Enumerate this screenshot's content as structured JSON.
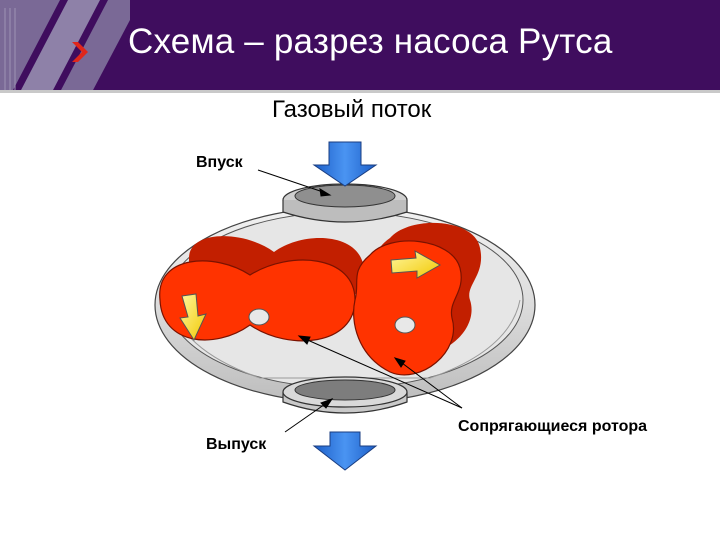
{
  "slide": {
    "title": "Схема – разрез насоса Рутса",
    "subtitle": "Газовый поток"
  },
  "labels": {
    "inlet": "Впуск",
    "outlet": "Выпуск",
    "rotors": "Сопрягающиеся ротора"
  },
  "colors": {
    "header_bg": "#3f0d5e",
    "accent_chevron": "#e0261b",
    "rotor_fill": "#ff3300",
    "rotor_shadow": "#c21f00",
    "flow_arrow_blue": "#2f78e0",
    "rotation_arrow_yellow": "#ffe600",
    "housing": "#d6d6d6"
  },
  "icons": {
    "inlet_arrow": "arrow-down-icon",
    "outlet_arrow": "arrow-down-icon",
    "left_rotor_arrow": "arrow-down-icon",
    "right_rotor_arrow": "arrow-right-icon",
    "header_chevron": "chevron-right-icon"
  }
}
